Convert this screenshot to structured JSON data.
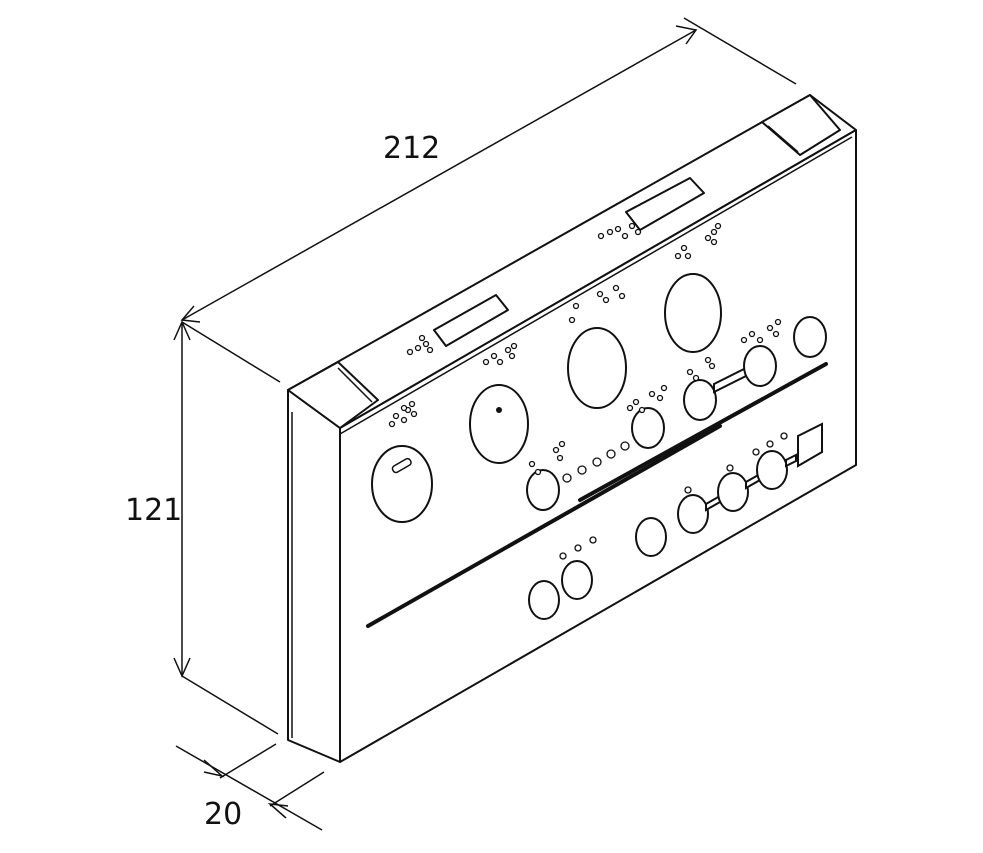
{
  "dimensions": {
    "width": "212",
    "height": "121",
    "depth": "20"
  },
  "colors": {
    "line": "#111111",
    "background": "#ffffff"
  }
}
